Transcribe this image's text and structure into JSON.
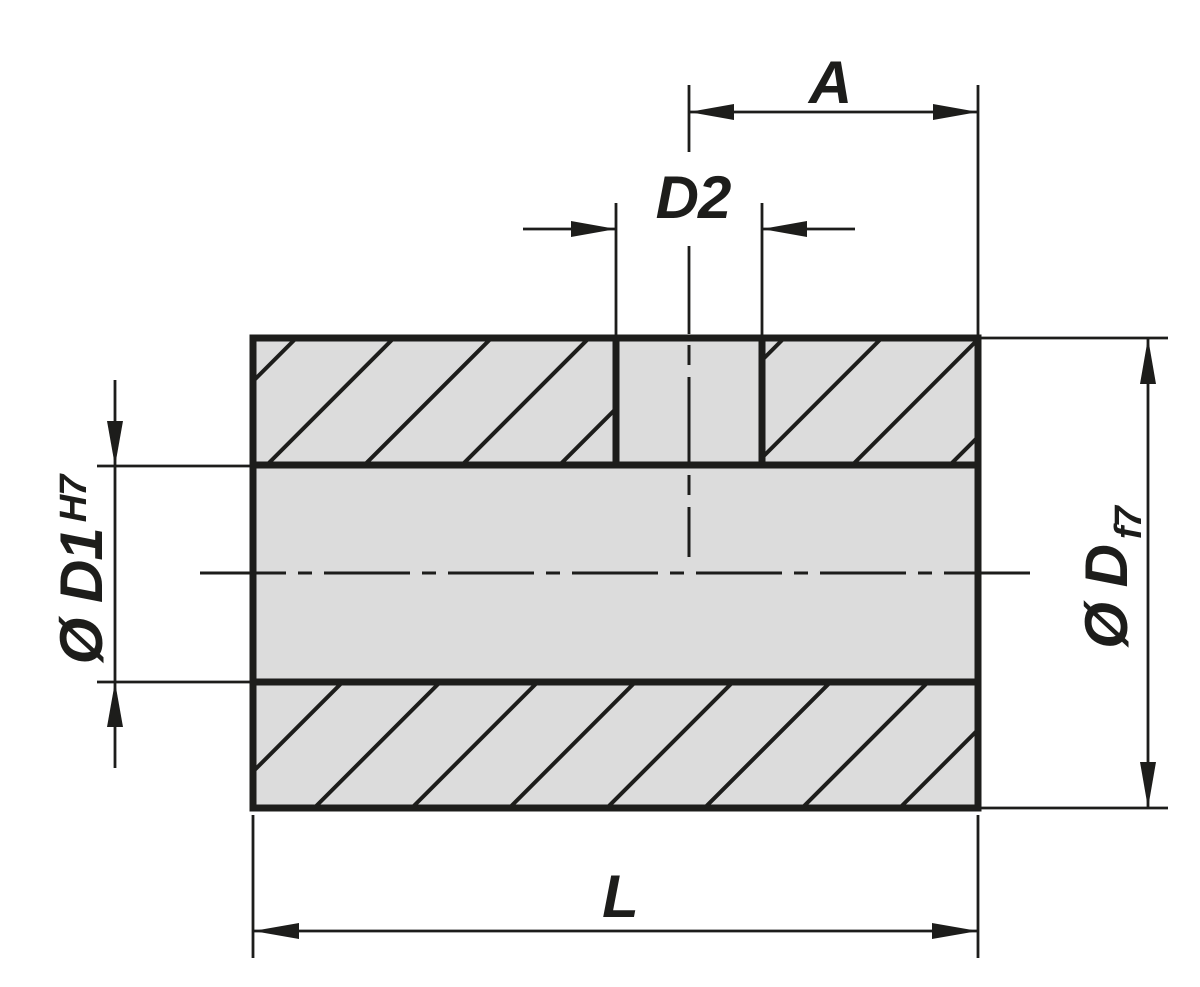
{
  "drawing": {
    "kind": "technical-section-drawing",
    "colors": {
      "background": "#ffffff",
      "part_fill": "#dcdcdc",
      "line": "#1d1d1b"
    },
    "labels": {
      "a": "A",
      "d2": "D2",
      "d1_prefix": "Ø D1",
      "d1_tolerance": "H7",
      "d_prefix": "Ø D",
      "d_tolerance": "f7",
      "l": "L"
    }
  }
}
